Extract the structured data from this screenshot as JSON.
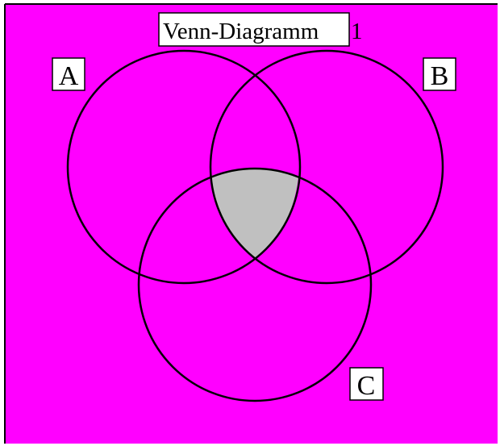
{
  "diagram": {
    "title": "Venn-Diagramm",
    "title_suffix": "1",
    "sets": [
      {
        "id": "A",
        "label": "A"
      },
      {
        "id": "B",
        "label": "B"
      },
      {
        "id": "C",
        "label": "C"
      }
    ],
    "shaded_region": "A ∩ B ∩ C",
    "colors": {
      "background": "#ff00ff",
      "shade": "#c0c0c0",
      "outline": "#000000",
      "label_box": "#ffffff"
    }
  }
}
